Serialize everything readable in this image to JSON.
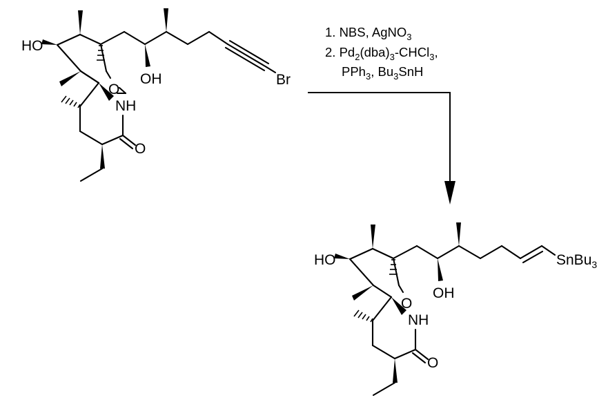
{
  "reaction": {
    "conditions": [
      {
        "text": "1. NBS, AgNO",
        "sub": "3",
        "after": ""
      },
      {
        "text": "2. Pd",
        "sub": "2",
        "mid": "(dba)",
        "sub2": "3",
        "after": "-CHCl",
        "sub3": "3",
        "tail": ","
      },
      {
        "text": "PPh",
        "sub": "3",
        "mid": ", Bu",
        "sub2": "3",
        "after": "SnH"
      }
    ]
  },
  "starting_material": {
    "labels": {
      "ho": "HO",
      "ring_o": "O",
      "nh": "NH",
      "carbonyl_o": "O",
      "oh": "OH",
      "br": "Br"
    }
  },
  "product": {
    "labels": {
      "ho": "HO",
      "ring_o": "O",
      "nh": "NH",
      "carbonyl_o": "O",
      "oh": "OH",
      "sn": "SnBu",
      "sn_sub": "3"
    }
  }
}
